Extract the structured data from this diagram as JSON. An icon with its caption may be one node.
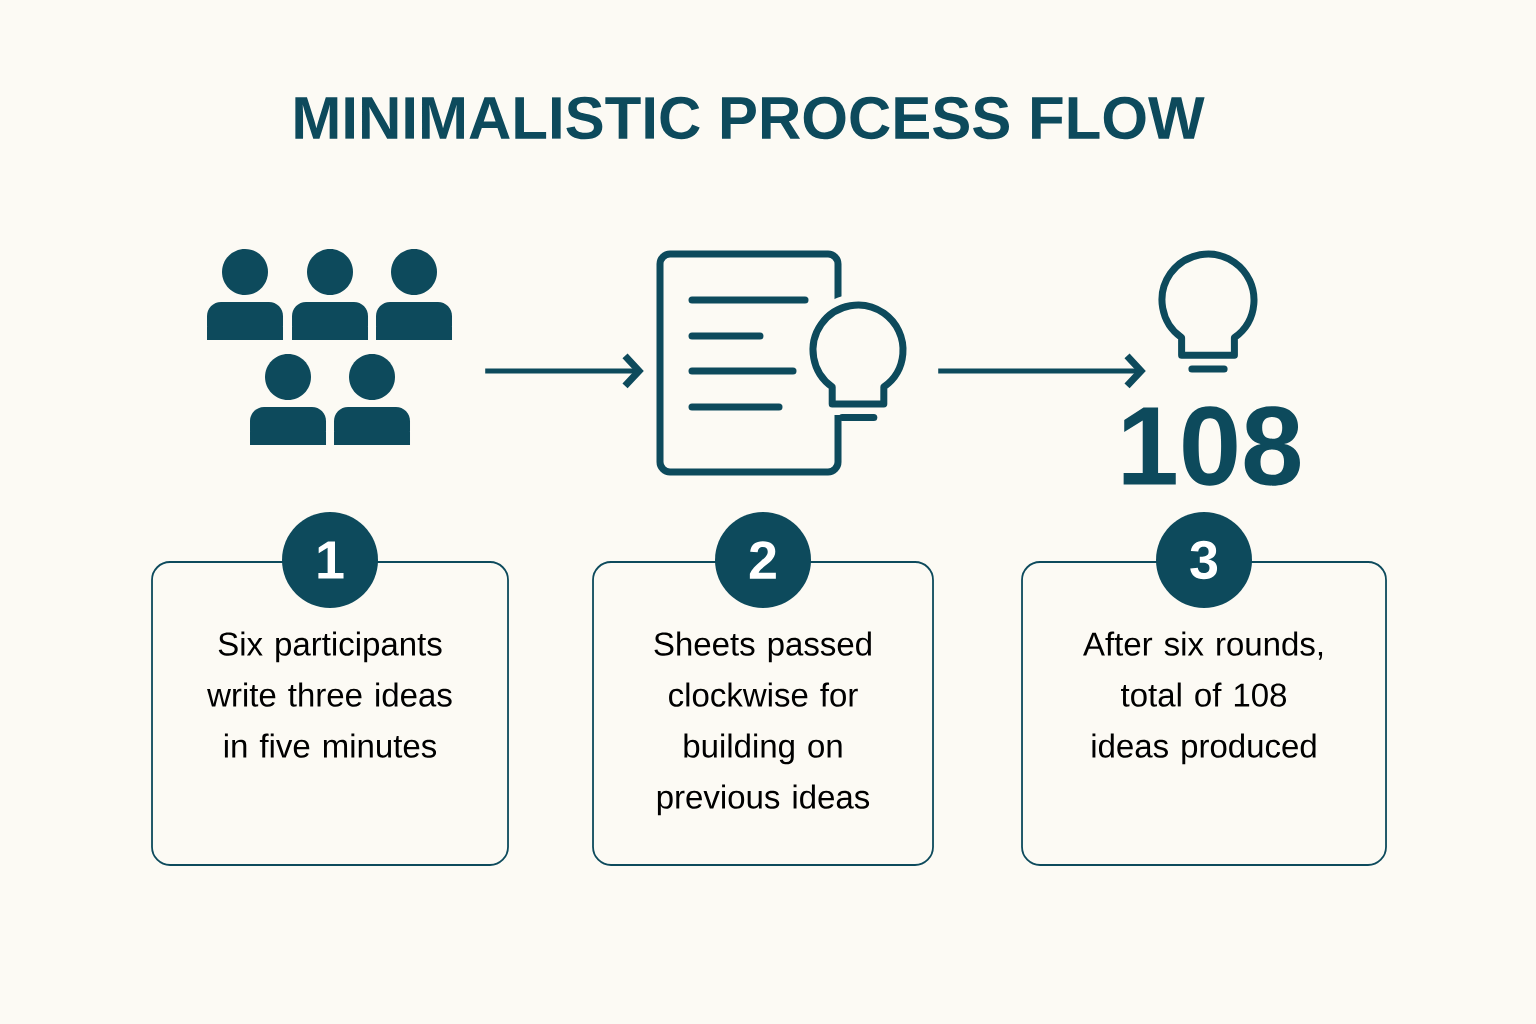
{
  "diagram": {
    "title": "MINIMALISTIC PROCESS FLOW",
    "nodes": [
      {
        "text": [],
        "shape": "person"
      },
      {
        "text": [],
        "shape": "picture"
      },
      {
        "text": [],
        "shape": "bulb"
      },
      {
        "text": [
          "1",
          "Six participants write three ideas in five minutes"
        ]
      },
      {
        "text": [
          "2",
          "Sheets passed clockwise for building on previous ideas"
        ]
      },
      {
        "text": [
          "3",
          "After six rounds, total of 108 ideas produced"
        ]
      }
    ],
    "edges": [
      {
        "from": 0,
        "to": 1,
        "arrow": "to"
      },
      {
        "from": 1,
        "to": 2,
        "arrow": "to"
      }
    ],
    "labels": [
      "108"
    ]
  }
}
